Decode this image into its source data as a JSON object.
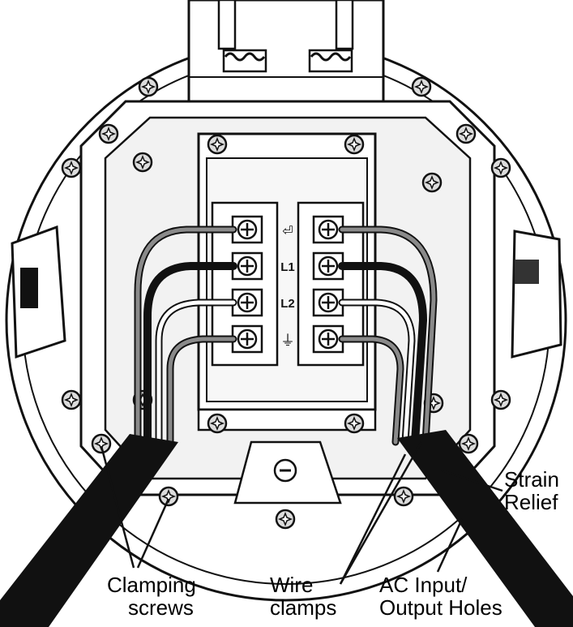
{
  "colors": {
    "outline": "#111111",
    "housing_fill": "#ffffff",
    "panel_fill": "#f2f2f2",
    "cable_black": "#111111",
    "wire_gray": "#8a8a8a",
    "wire_white": "#ffffff",
    "screw_fill": "#dcdcdc"
  },
  "terminal_labels": {
    "t1": "⏎",
    "l1": "L1",
    "l2": "L2",
    "ground": "⏚"
  },
  "callouts": {
    "strain_relief": [
      "Strain",
      "Relief"
    ],
    "clamping_screws": [
      "Clamping",
      "screws"
    ],
    "wire_clamps": [
      "Wire",
      "clamps"
    ],
    "ac_holes": [
      "AC Input/",
      "Output Holes"
    ]
  },
  "icons": [
    "screw-icon",
    "cable-icon",
    "wire-icon",
    "ground-symbol-icon",
    "neutral-symbol-icon"
  ]
}
